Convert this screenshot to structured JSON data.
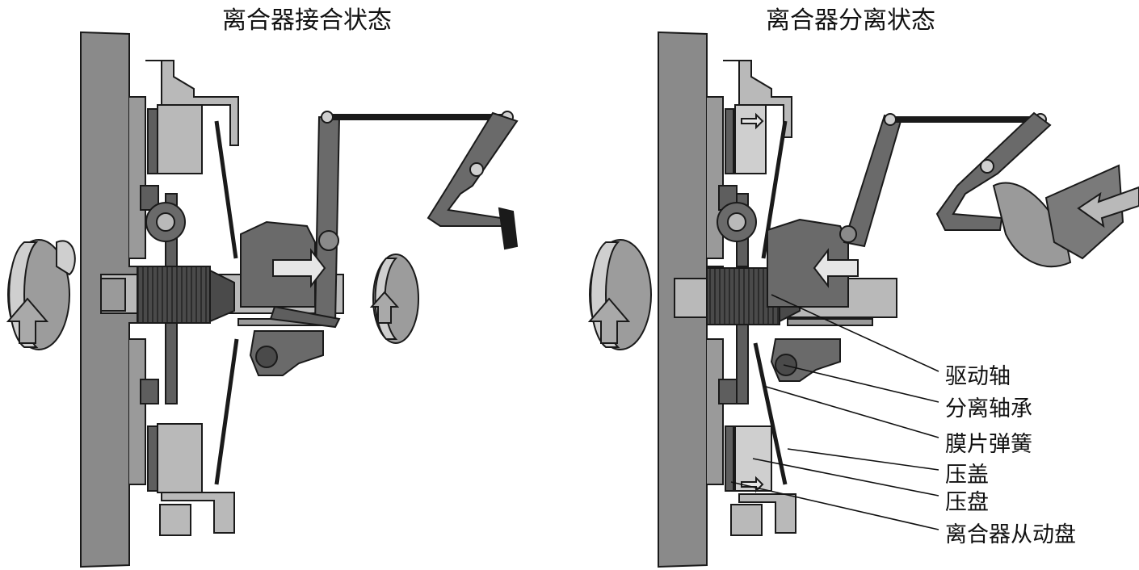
{
  "titles": {
    "engaged": "离合器接合状态",
    "disengaged": "离合器分离状态"
  },
  "labels": {
    "drive_shaft": "驱动轴",
    "release_bearing": "分离轴承",
    "diaphragm_spring": "膜片弹簧",
    "pressure_cover": "压盖",
    "pressure_plate": "压盘",
    "clutch_driven_disc": "离合器从动盘"
  },
  "colors": {
    "flywheel": "#8a8a8a",
    "parts_dark": "#5e5e5e",
    "parts_mid": "#7a7a7a",
    "parts_light": "#b9b9b9",
    "outline": "#1a1a1a",
    "arrow_fill": "#cfcfcf"
  }
}
